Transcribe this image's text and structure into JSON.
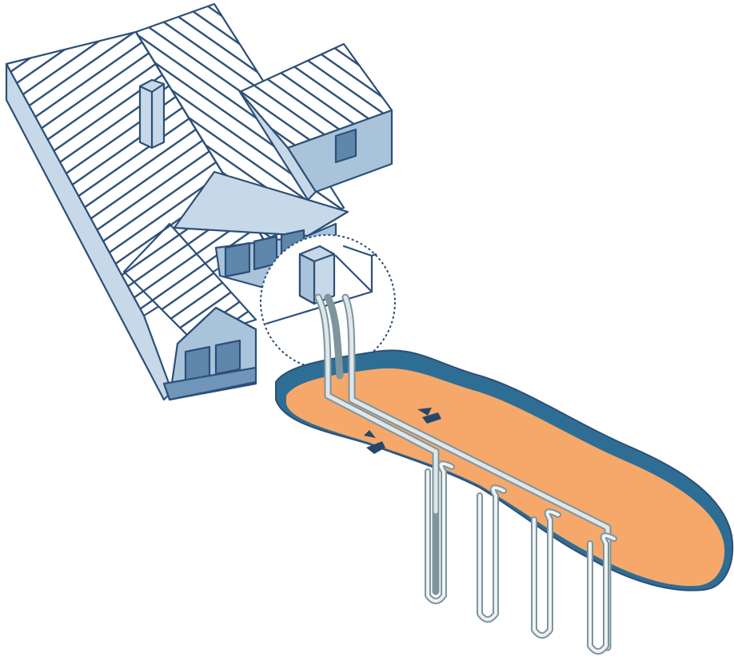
{
  "diagram": {
    "colors": {
      "outline": "#2d4f78",
      "roof_stripe": "#2d4f78",
      "wall_light": "#c7d9e8",
      "wall_mid": "#a9c4da",
      "wall_dark": "#6f96b8",
      "window": "#5f86ab",
      "ground_top": "#f5a86a",
      "ground_edge": "#2f6e94",
      "pipe": "#b8c6cc",
      "arrow": "#274768",
      "callout": "#2d4f78"
    },
    "flow_arrows": [
      {
        "name": "flow-out-arrow",
        "direction": "down"
      },
      {
        "name": "flow-return-arrow",
        "direction": "up"
      }
    ],
    "borehole_count": 4,
    "objects": [
      "house",
      "heat-pump-unit",
      "ground-slab",
      "ground-loop-pipe",
      "magnifier-callout"
    ]
  }
}
